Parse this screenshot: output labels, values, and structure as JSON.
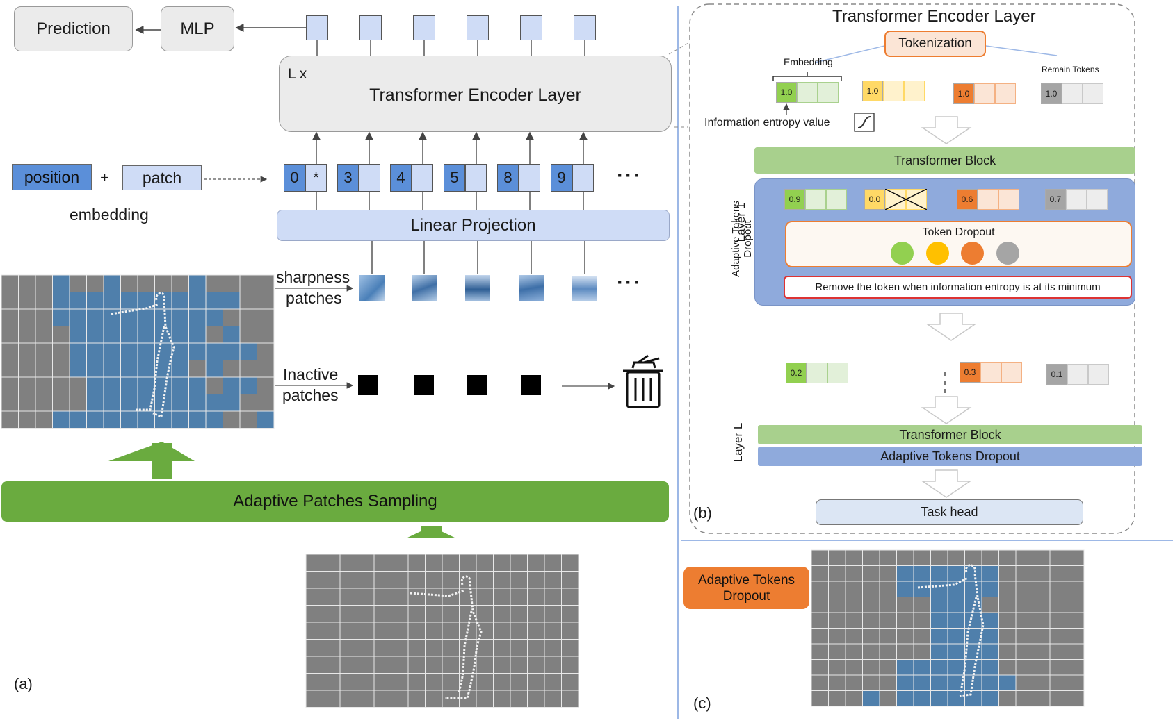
{
  "panel_a": {
    "prediction": "Prediction",
    "mlp": "MLP",
    "encoder_lx": "L x",
    "encoder_title": "Transformer Encoder Layer",
    "position": "position",
    "plus": "+",
    "patch": "patch",
    "embedding": "embedding",
    "token_ids": [
      "0",
      "*",
      "3",
      "4",
      "5",
      "8",
      "9"
    ],
    "ellipsis": "···",
    "linear_projection": "Linear Projection",
    "sharpness_line1": "sharpness",
    "sharpness_line2": "patches",
    "inactive_line1": "Inactive",
    "inactive_line2": "patches",
    "adaptive_sampling": "Adaptive Patches Sampling",
    "label": "(a)"
  },
  "panel_b": {
    "title": "Transformer Encoder Layer",
    "tokenization": "Tokenization",
    "embedding": "Embedding",
    "remain_tokens": "Remain Tokens",
    "info_entropy": "Information entropy value",
    "row1_values": [
      "1.0",
      "1.0",
      "1.0",
      "1.0"
    ],
    "transformer_block": "Transformer Block",
    "layer1": "Layer 1",
    "adaptive_tokens_dropout_vertical": "Adaptive Tokens Dropout",
    "row2_values": [
      "0.9",
      "0.0",
      "0.6",
      "0.7"
    ],
    "token_dropout": "Token Dropout",
    "remove_text": "Remove the token when information entropy is at its minimum",
    "row3_values": [
      "0.2",
      "0.3",
      "0.1"
    ],
    "layer_l": "Layer L",
    "transformer_block_l": "Transformer Block",
    "adaptive_tokens_dropout": "Adaptive Tokens Dropout",
    "task_head": "Task head",
    "label": "(b)"
  },
  "panel_c": {
    "adaptive_tokens_dropout_line1": "Adaptive Tokens",
    "adaptive_tokens_dropout_line2": "Dropout",
    "label": "(c)"
  },
  "colors": {
    "blue_dark": "#5b8fd9",
    "blue_light": "#cfdcf6",
    "green": "#6aab3f",
    "green_light": "#a8d08d",
    "yellow": "#ffd966",
    "orange": "#ed7d31",
    "gray": "#999999",
    "purple_blue": "#8faadc"
  }
}
